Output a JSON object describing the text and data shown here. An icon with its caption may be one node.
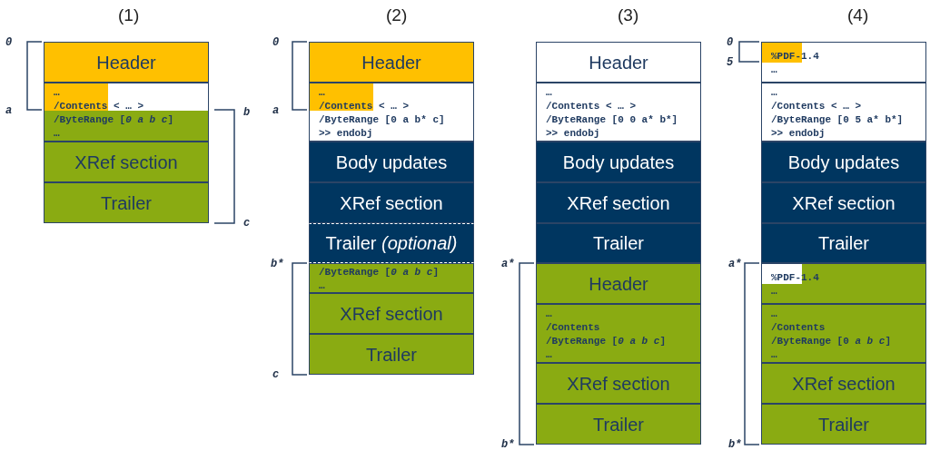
{
  "diagram": {
    "nodes": [
      {
        "text": [
          "Header"
        ]
      },
      {
        "text": [
          "…",
          "/Contents < … >",
          "/ByteRange [*0 a b c*]",
          "…"
        ]
      },
      {
        "text": [
          "XRef section"
        ]
      },
      {
        "text": [
          "Trailer"
        ]
      },
      {
        "text": [
          "Header"
        ]
      },
      {
        "text": [
          "…",
          "/Contents < … >",
          "/ByteRange [0 a b* c]",
          ">> endobj"
        ]
      },
      {
        "text": [
          "Body updates"
        ]
      },
      {
        "text": [
          "XRef section"
        ]
      },
      {
        "text": [
          "Trailer *(optional)*"
        ]
      },
      {
        "text": [
          "/ByteRange [*0 a b c*]",
          "…"
        ]
      },
      {
        "text": [
          "XRef section"
        ]
      },
      {
        "text": [
          "Trailer"
        ]
      },
      {
        "text": [
          "Header"
        ]
      },
      {
        "text": [
          "…",
          "/Contents < … >",
          "/ByteRange [0 0 a* b*]",
          ">> endobj"
        ]
      },
      {
        "text": [
          "Body updates"
        ]
      },
      {
        "text": [
          "XRef section"
        ]
      },
      {
        "text": [
          "Trailer"
        ]
      },
      {
        "text": [
          "Header"
        ]
      },
      {
        "text": [
          "…",
          "/Contents",
          "/ByteRange [*0 a b c*]",
          "…"
        ]
      },
      {
        "text": [
          "XRef section"
        ]
      },
      {
        "text": [
          "Trailer"
        ]
      },
      {
        "text": [
          "%PDF-1.4",
          "…"
        ]
      },
      {
        "text": [
          "…",
          "/Contents < … >",
          "/ByteRange [0 5 a* b*]",
          ">> endobj"
        ]
      },
      {
        "text": [
          "Body updates"
        ]
      },
      {
        "text": [
          "XRef section"
        ]
      },
      {
        "text": [
          "Trailer"
        ]
      },
      {
        "text": [
          "%PDF-1.4",
          "…"
        ]
      },
      {
        "text": [
          "…",
          "/Contents",
          "/ByteRange [0 *a b c*]",
          "…"
        ]
      },
      {
        "text": [
          "XRef section"
        ]
      },
      {
        "text": [
          "Trailer"
        ]
      }
    ],
    "labels": [
      "(1)",
      "(2)",
      "(3)",
      "(4)",
      "0",
      "a",
      "b",
      "c",
      "0",
      "a",
      "b*",
      "c",
      "a*",
      "b*",
      "0",
      "5",
      "a*",
      "b*"
    ]
  }
}
